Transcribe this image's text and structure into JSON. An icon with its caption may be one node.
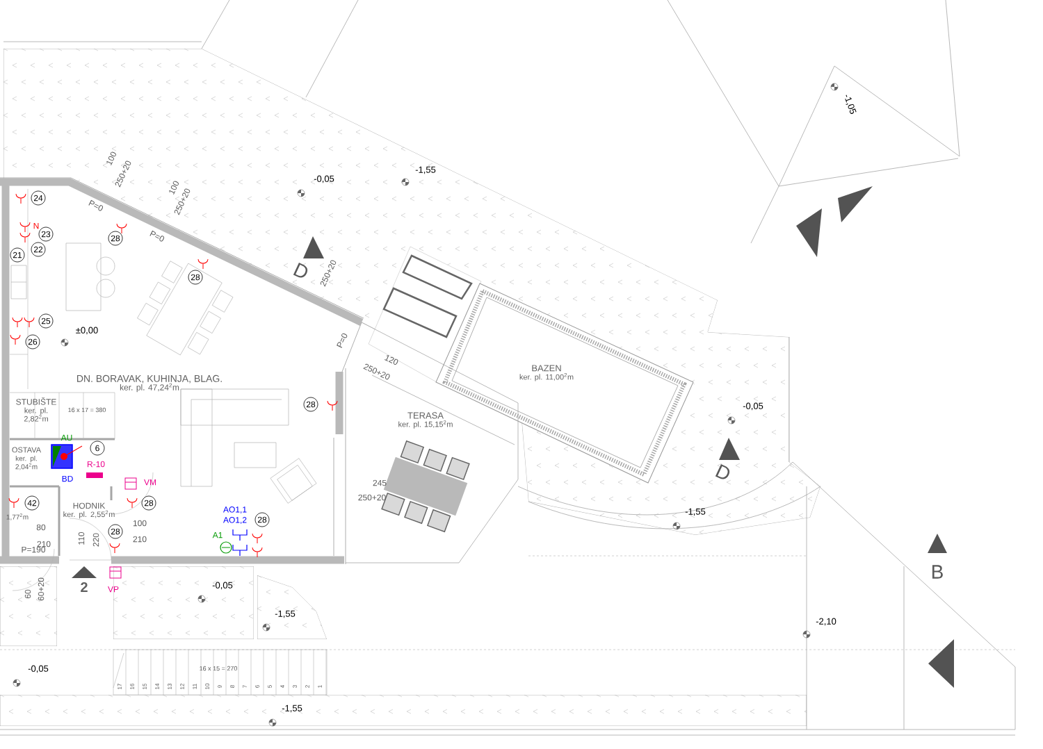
{
  "diagram": {
    "nodes": [
      {
        "text": [
          "DN. BORAVAK, KUHINJA, BLAG.",
          "ker. pl. 47,24$^{2}$m"
        ]
      },
      {
        "text": [
          "STUBIŠTE",
          "ker. pl. 2,82$^{2}$m"
        ]
      },
      {
        "text": [
          "OSTAVA",
          "ker. pl. 2,04$^{2}$m"
        ]
      },
      {
        "text": [
          "HODNIK",
          "ker. pl. 2,55$^{2}$m"
        ]
      },
      {
        "text": [
          "1,77$^{2}$m"
        ]
      },
      {
        "text": [
          "TERASA",
          "ker. pl. 15,15$^{2}$m"
        ]
      },
      {
        "text": [
          "BAZEN",
          "ker. pl. 11,00$^{2}$m"
        ]
      }
    ],
    "labels": [
      "-1,05",
      "-1,55",
      "-0,05",
      "100",
      "250+20",
      "24",
      "100",
      "250+20",
      "P=0",
      "N",
      "23",
      "28",
      "P=0",
      "22",
      "21",
      "D",
      "250+20",
      "28",
      "25",
      "±0,00",
      "26",
      "P=0",
      "120",
      "250+20",
      "16 x 17 = 380",
      "28",
      "-0,05",
      "AU",
      "6",
      "R-10",
      "D",
      "BD",
      "VM",
      "245",
      "250+20",
      "42",
      "28",
      "AO1,1",
      "-1,55",
      "AO1,2",
      "28",
      "100",
      "80",
      "28",
      "A1",
      "210",
      "110",
      "220",
      "210",
      "P=190",
      "B",
      "60",
      "60+20",
      "2",
      "VP",
      "-0,05",
      "-1,55",
      "-2,10",
      "16 x 15 = 270",
      "-0,05",
      "17",
      "16",
      "15",
      "14",
      "13",
      "12",
      "11",
      "10",
      "9",
      "8",
      "7",
      "6",
      "5",
      "4",
      "3",
      "2",
      "1",
      "-1,55"
    ]
  }
}
